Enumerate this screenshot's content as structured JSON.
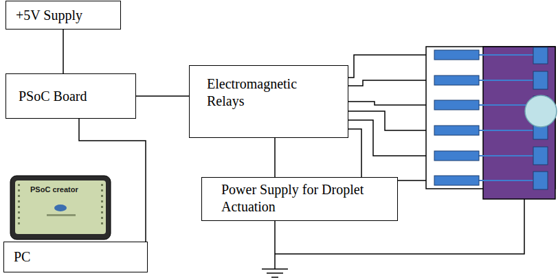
{
  "diagram": {
    "nodes": [
      {
        "text": [
          "+5V Supply"
        ]
      },
      {
        "text": [
          "PSoC Board"
        ]
      },
      {
        "text": [
          "Electromagnetic Relays"
        ]
      },
      {
        "text": [
          "Power Supply for Droplet Actuation"
        ]
      },
      {
        "text": [
          "PC"
        ]
      }
    ],
    "edges": [
      {
        "from": 0,
        "to": 1,
        "arrow": "none"
      },
      {
        "from": 1,
        "to": 2,
        "arrow": "none"
      },
      {
        "from": 1,
        "to": 4,
        "arrow": "none"
      },
      {
        "from": 2,
        "to": 3,
        "arrow": "none"
      }
    ],
    "labels": [
      "PSoC creator"
    ]
  }
}
